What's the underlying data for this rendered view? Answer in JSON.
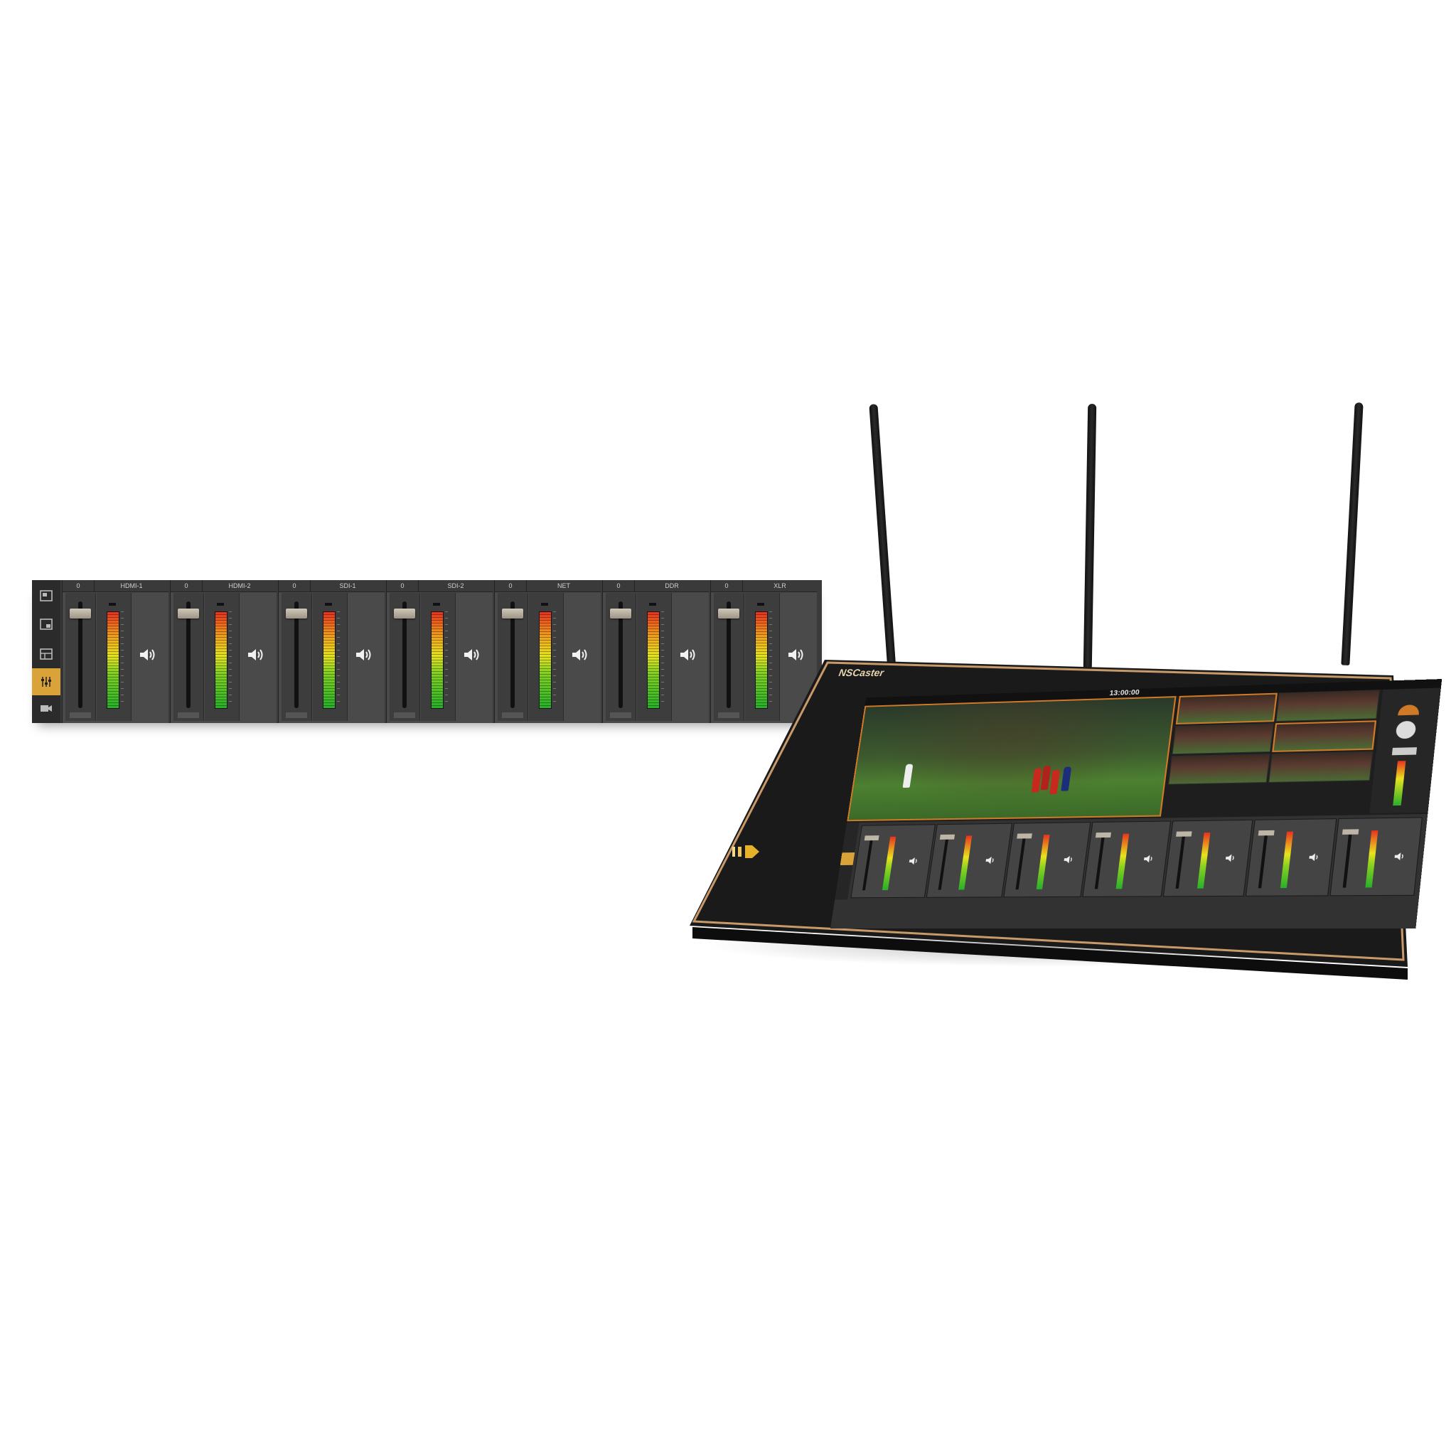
{
  "zoomed_mixer": {
    "sidebar": [
      {
        "icon": "multiview-icon"
      },
      {
        "icon": "picture-in-picture-icon"
      },
      {
        "icon": "layout-icon"
      },
      {
        "icon": "audio-mixer-icon",
        "active": true
      },
      {
        "icon": "camera-icon"
      }
    ],
    "channels": [
      {
        "gain": "0",
        "name": "HDMI-1",
        "fader_level": 0.93,
        "meter_level": 1.0
      },
      {
        "gain": "0",
        "name": "HDMI-2",
        "fader_level": 0.93,
        "meter_level": 1.0
      },
      {
        "gain": "0",
        "name": "SDI-1",
        "fader_level": 0.93,
        "meter_level": 1.0
      },
      {
        "gain": "0",
        "name": "SDI-2",
        "fader_level": 0.93,
        "meter_level": 1.0
      },
      {
        "gain": "0",
        "name": "NET",
        "fader_level": 0.93,
        "meter_level": 1.0
      },
      {
        "gain": "0",
        "name": "DDR",
        "fader_level": 0.93,
        "meter_level": 1.0
      },
      {
        "gain": "0",
        "name": "XLR",
        "fader_level": 0.93,
        "meter_level": 1.0
      }
    ]
  },
  "device": {
    "brand": "NSCaster",
    "timecode": "13:00:00",
    "mini_channel_count": 7
  },
  "colors": {
    "accent": "#d9a33a",
    "tally": "#d07a27",
    "panel": "#4a4a4a",
    "bezel_trim": "#c89a6a"
  }
}
